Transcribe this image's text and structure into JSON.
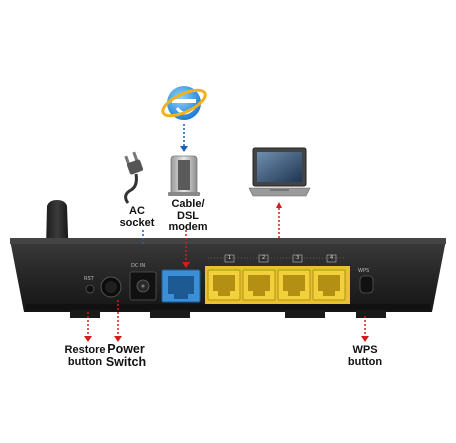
{
  "labels": {
    "ac_socket": "AC\nsocket",
    "cable_dsl_modem": "Cable/ DSL\nmodem",
    "restore_button": "Restore\nbutton",
    "power_switch": "Power\nSwitch",
    "wps_button": "WPS\nbutton"
  },
  "panel": {
    "rst": "RST",
    "dc_in": "DC IN",
    "wps": "WPS",
    "lan_ports": [
      "1",
      "2",
      "3",
      "4"
    ]
  },
  "colors": {
    "arrow_red": "#d81a1a",
    "arrow_blue": "#1b5fb8",
    "lan_yellow": "#f2d03b",
    "wan_blue": "#3a8fd6",
    "router_body": "#2b2b2b"
  },
  "icons": [
    "internet-explorer-icon",
    "power-plug-icon",
    "modem-icon",
    "laptop-icon"
  ]
}
